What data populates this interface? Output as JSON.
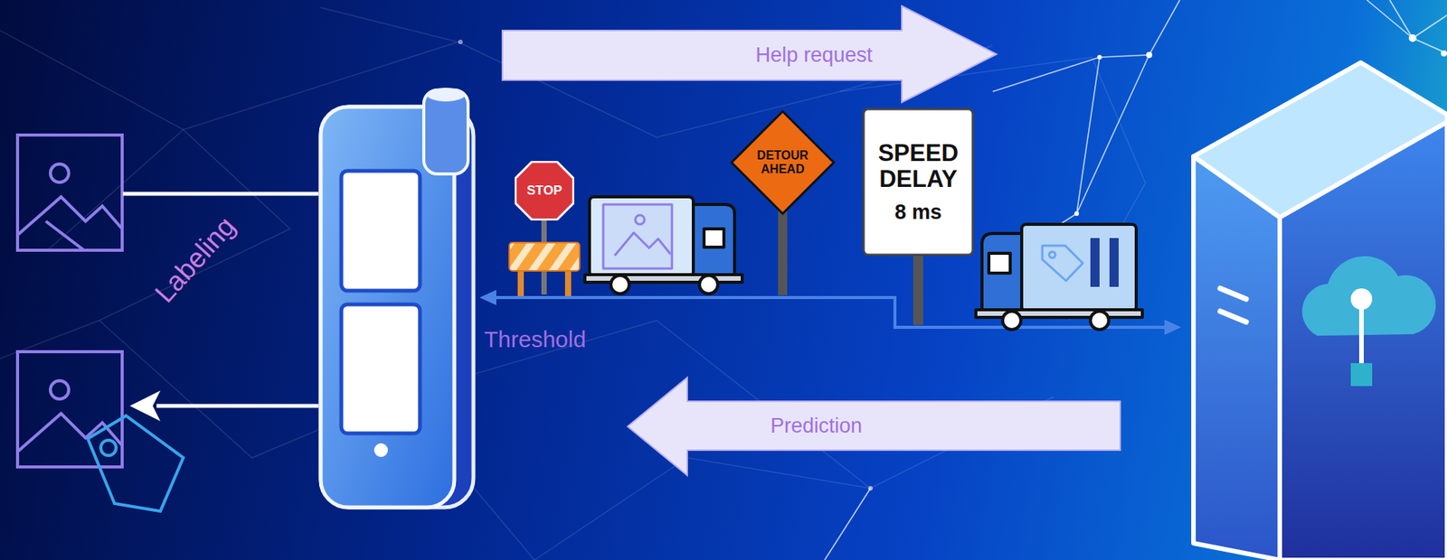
{
  "diagram": {
    "nodes": [
      {
        "text": [
          "Help request"
        ]
      },
      {
        "text": [
          "STOP"
        ]
      },
      {
        "text": [
          "DETOUR AHEAD"
        ]
      },
      {
        "text": [
          "SPEED DELAY",
          "8 ms"
        ]
      },
      {
        "text": [
          "Prediction"
        ]
      }
    ],
    "labels": [
      "Labeling",
      "Threshold"
    ]
  }
}
